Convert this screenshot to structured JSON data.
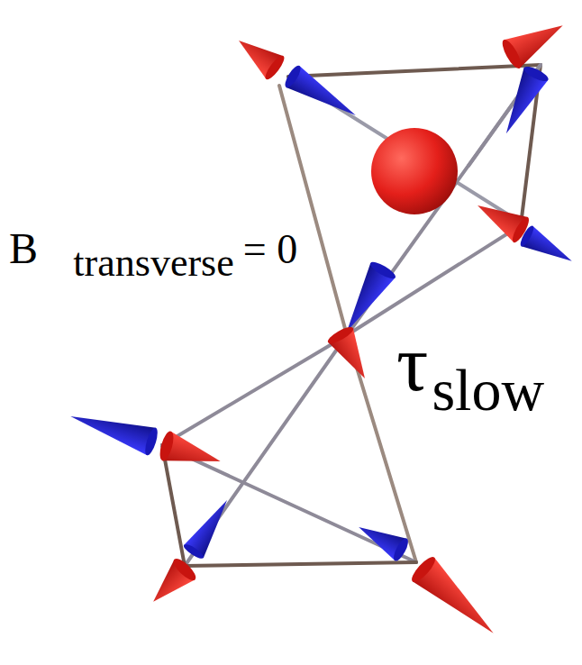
{
  "diagram": {
    "labels": [
      "B⃗",
      "transverse",
      "= 0⃗",
      "τ",
      "slow"
    ]
  }
}
